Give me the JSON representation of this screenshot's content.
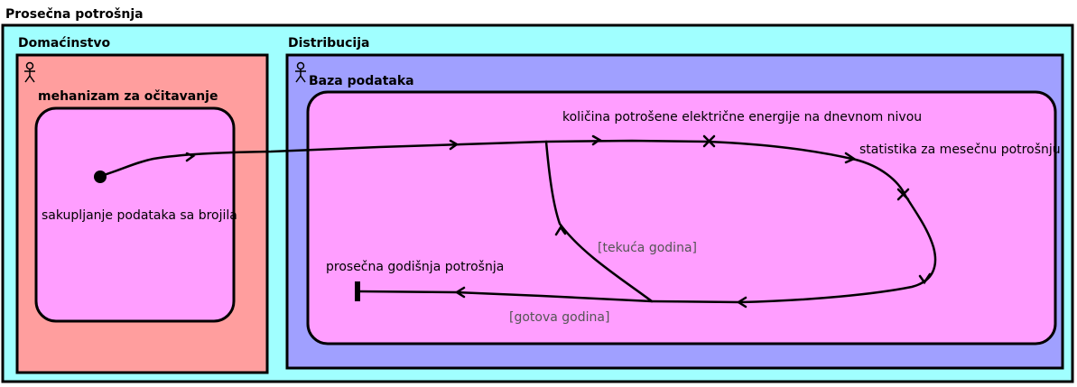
{
  "diagram": {
    "title": "Prosečna potrošnja",
    "lanes": {
      "household": {
        "label": "Domaćinstvo",
        "fill": "#ff9e9e"
      },
      "distribution": {
        "label": "Distribucija",
        "fill": "#a0a0ff"
      }
    },
    "outer_fill": "#a0ffff",
    "actors": {
      "household_actor": {
        "name": "mehanizam za očitavanje"
      },
      "distribution_actor": {
        "name": "Baza podataka"
      }
    },
    "activity_fill": "#ff9eff",
    "labels": {
      "collect": "sakupljanje podataka sa brojila",
      "daily": "količina potrošene električne energije na dnevnom nivou",
      "monthly": "statistika za mesečnu potrošnju",
      "yearly": "prosečna godišnja potrošnja"
    },
    "guards": {
      "current_year": "[tekuća godina]",
      "finished_year": "[gotova godina]"
    }
  }
}
